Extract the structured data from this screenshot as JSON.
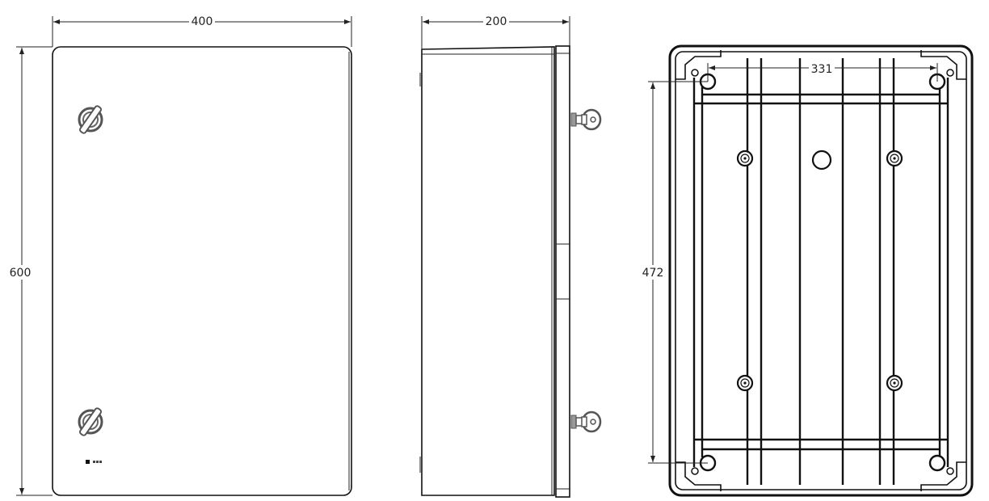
{
  "drawing": {
    "front_view": {
      "width_label": "400",
      "height_label": "600",
      "icons": [
        "lock-icon",
        "lock-icon",
        "ip-rating-label"
      ]
    },
    "side_view": {
      "depth_label": "200",
      "icons": [
        "key-icon",
        "key-icon"
      ]
    },
    "back_view": {
      "hole_spacing_horizontal_label": "331",
      "hole_spacing_vertical_label": "472"
    },
    "colors": {
      "line": "#111111",
      "background": "#ffffff"
    }
  }
}
